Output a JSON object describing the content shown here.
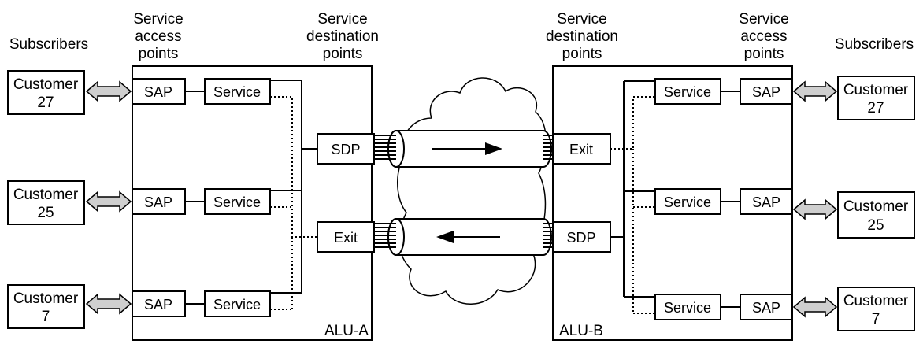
{
  "headers": {
    "subscribers_left": "Subscribers",
    "sap_left": [
      "Service",
      "access",
      "points"
    ],
    "sdp_left": [
      "Service",
      "destination",
      "points"
    ],
    "sdp_right": [
      "Service",
      "destination",
      "points"
    ],
    "sap_right": [
      "Service",
      "access",
      "points"
    ],
    "subscribers_right": "Subscribers"
  },
  "routers": {
    "left": "ALU-A",
    "right": "ALU-B"
  },
  "labels": {
    "sap": "SAP",
    "service": "Service",
    "sdp": "SDP",
    "exit": "Exit"
  },
  "customers_left": [
    {
      "line1": "Customer",
      "line2": "27"
    },
    {
      "line1": "Customer",
      "line2": "25"
    },
    {
      "line1": "Customer",
      "line2": "7"
    }
  ],
  "customers_right": [
    {
      "line1": "Customer",
      "line2": "27"
    },
    {
      "line1": "Customer",
      "line2": "25"
    },
    {
      "line1": "Customer",
      "line2": "7"
    }
  ],
  "colors": {
    "line": "#000000",
    "bidirectional_arrow": "#cfcfcf",
    "background": "#ffffff"
  }
}
